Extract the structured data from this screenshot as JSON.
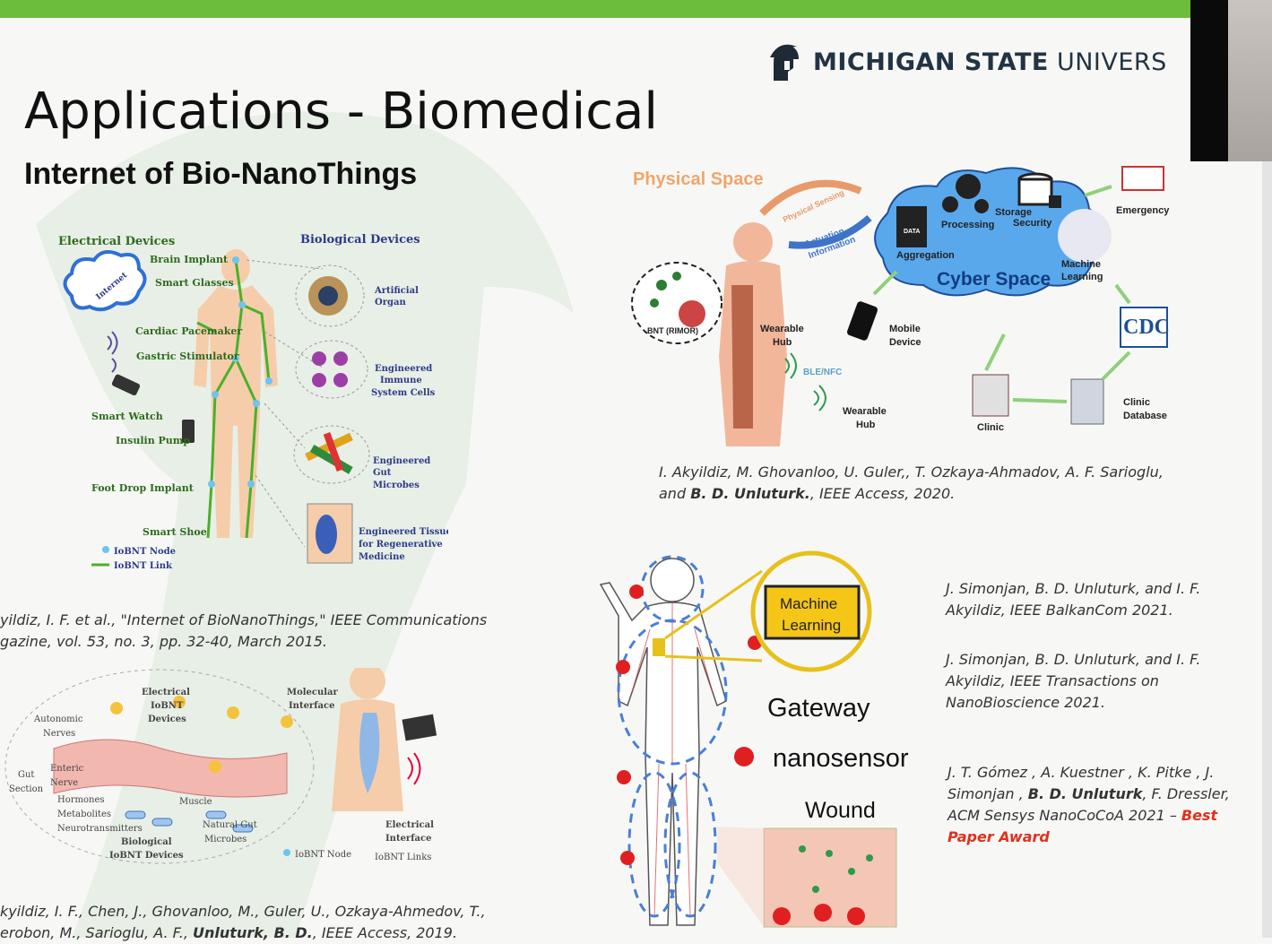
{
  "slide": {
    "title": "Applications - Biomedical",
    "subtitle": "Internet of Bio-NanoThings",
    "logo_text_bold": "MICHIGAN STATE",
    "logo_text_rest": "UNIVERS",
    "accent_color": "#6cbd3c"
  },
  "fig1": {
    "electrical_title": "Electrical Devices",
    "biological_title": "Biological Devices",
    "internet": "Internet",
    "left_labels": [
      "Brain Implant",
      "Smart Glasses",
      "Cardiac Pacemaker",
      "Gastric Stimulator",
      "Smart Watch",
      "Insulin Pump",
      "Foot Drop Implant",
      "Smart Shoe"
    ],
    "right_labels": [
      "Artificial",
      "Organ",
      "Engineered",
      "Immune",
      "System Cells",
      "Engineered",
      "Gut",
      "Microbes",
      "Engineered Tissue",
      "for Regenerative",
      "Medicine"
    ],
    "legend_node": "IoBNT Node",
    "legend_link": "IoBNT Link"
  },
  "fig2": {
    "labels": [
      "Electrical",
      "IoBNT",
      "Devices",
      "Molecular",
      "Interface",
      "Autonomic",
      "Nerves",
      "Gut",
      "Section",
      "Enteric",
      "Nerve",
      "Hormones",
      "Metabolites",
      "Neurotransmitters",
      "Muscle",
      "Natural Gut",
      "Microbes",
      "Biological",
      "IoBNT Devices",
      "Electrical",
      "Interface"
    ],
    "legend_node": "IoBNT Node",
    "legend_links": "IoBNT Links"
  },
  "fig3": {
    "physical_space": "Physical Space",
    "physical_sensing": "Physical Sensing",
    "actuation": "Actuation",
    "information": "Information",
    "cyber_space": "Cyber Space",
    "processing": "Processing",
    "storage": "Storage",
    "security": "Security",
    "aggregation": "Aggregation",
    "data": "DATA",
    "machine": "Machine",
    "learning": "Learning",
    "emergency": "Emergency",
    "bnt": "BNT (RIMOR)",
    "wearable_hub": [
      "Wearable",
      "Hub"
    ],
    "mobile_device": [
      "Mobile",
      "Device"
    ],
    "ble_nfc": "BLE/NFC",
    "cdc": "CDC",
    "clinic": "Clinic",
    "clinic_database": [
      "Clinic",
      "Database"
    ]
  },
  "fig4": {
    "ml_line1": "Machine",
    "ml_line2": "Learning",
    "gateway": "Gateway",
    "nanosensor": "nanosensor",
    "wound": "Wound"
  },
  "citations": {
    "c1_line1": "I. Akyildiz, M. Ghovanloo, U. Guler,, T. Ozkaya-Ahmadov, A. F. Sarioglu,",
    "c1_line2a": "and ",
    "c1_line2b": "B. D.  Unluturk.",
    "c1_line2c": ", IEEE Access, 2020.",
    "c2_line1": "yildiz, I. F. et al., \"Internet of BioNanoThings,\" IEEE Communications",
    "c2_line2": "gazine, vol. 53, no. 3, pp. 32-40, March 2015.",
    "c3_line1": "J. Simonjan, B. D. Unluturk, and I. F.",
    "c3_line2": "Akyildiz, IEEE BalkanCom 2021.",
    "c4_line1": "J. Simonjan, B. D. Unluturk, and I. F.",
    "c4_line2": "Akyildiz, IEEE Transactions on",
    "c4_line3": "NanoBioscience 2021.",
    "c5_line1": "J. T. Gómez , A. Kuestner , K. Pitke , J.",
    "c5_line2a": "Simonjan , ",
    "c5_line2b": "B. D. Unluturk",
    "c5_line2c": ", F. Dressler,",
    "c5_line3a": "ACM Sensys NanoCoCoA 2021 – ",
    "c5_line3b": "Best",
    "c5_line4": "Paper Award",
    "c6_line1": "kyildiz, I. F., Chen, J., Ghovanloo, M., Guler, U., Ozkaya-Ahmedov, T.,",
    "c6_line2a": "erobon, M., Sarioglu, A. F., ",
    "c6_line2b": "Unluturk, B. D.",
    "c6_line2c": ", IEEE Access, 2019."
  }
}
